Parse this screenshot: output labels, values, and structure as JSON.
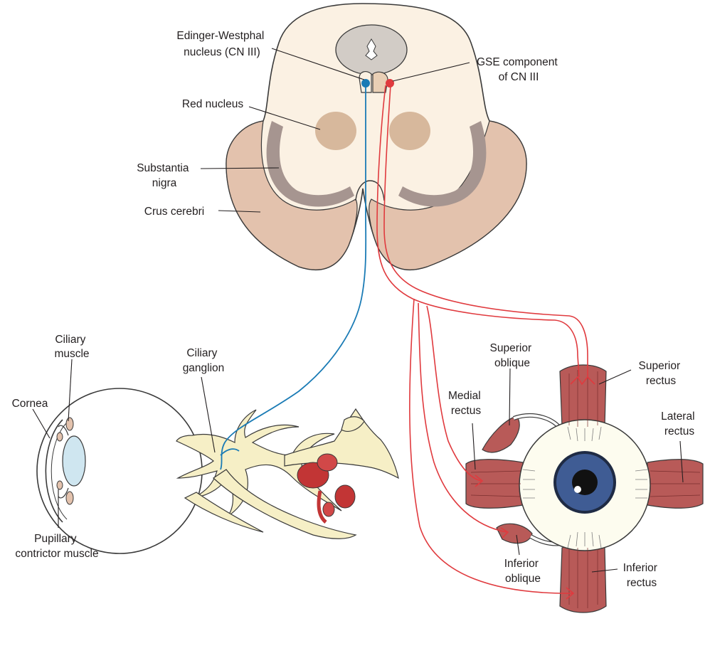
{
  "labels": {
    "edinger_westphal": [
      "Edinger-Westphal",
      "nucleus (CN III)"
    ],
    "gse_component": [
      "GSE component",
      "of CN III"
    ],
    "red_nucleus": [
      "Red nucleus"
    ],
    "substantia_nigra": [
      "Substantia",
      "nigra"
    ],
    "crus_cerebri": [
      "Crus cerebri"
    ],
    "ciliary_muscle": [
      "Ciliary",
      "muscle"
    ],
    "ciliary_ganglion": [
      "Ciliary",
      "ganglion"
    ],
    "cornea": [
      "Cornea"
    ],
    "pupillary_constrictor": [
      "Pupillary",
      "contrictor muscle"
    ],
    "superior_oblique": [
      "Superior",
      "oblique"
    ],
    "superior_rectus": [
      "Superior",
      "rectus"
    ],
    "medial_rectus": [
      "Medial",
      "rectus"
    ],
    "lateral_rectus": [
      "Lateral",
      "rectus"
    ],
    "inferior_oblique": [
      "Inferior",
      "oblique"
    ],
    "inferior_rectus": [
      "Inferior",
      "rectus"
    ]
  },
  "colors": {
    "parasympathetic_fiber": "#1a7bb5",
    "somatic_motor_fiber": "#e03a3e",
    "midbrain_fill": "#fbf1e3",
    "crus_fill": "#e3c2ad",
    "substantia_nigra_fill": "#a69590",
    "red_nucleus_fill": "#d7b89c",
    "muscle_fill": "#b85a58",
    "iris_fill": "#3f5c94",
    "nerve_fill": "#f6efc6"
  }
}
